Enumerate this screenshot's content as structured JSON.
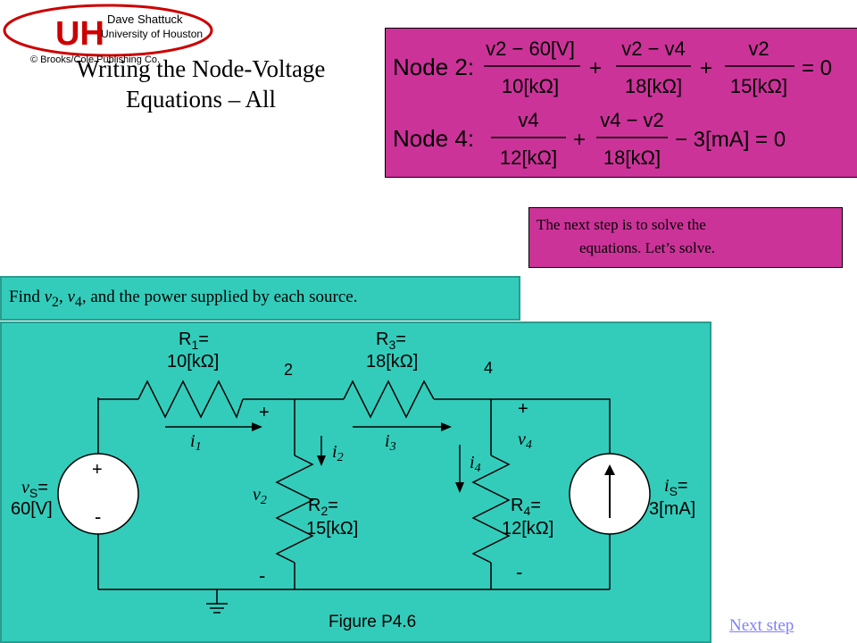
{
  "logo": {
    "mark": "UH",
    "author": "Dave Shattuck",
    "school": "University of Houston",
    "copyright": "© Brooks/Cole Publishing Co."
  },
  "title": {
    "line1": "Writing the Node-Voltage",
    "line2": "Equations – All"
  },
  "equations": {
    "node2_label": "Node 2:",
    "node4_label": "Node 4:",
    "n2_t1_num": "v2 − 60[V]",
    "n2_t1_den": "10[kΩ]",
    "n2_t2_num": "v2 − v4",
    "n2_t2_den": "18[kΩ]",
    "n2_t3_num": "v2",
    "n2_t3_den": "15[kΩ]",
    "n2_rhs": "= 0",
    "n4_t1_num": "v4",
    "n4_t1_den": "12[kΩ]",
    "n4_t2_num": "v4 − v2",
    "n4_t2_den": "18[kΩ]",
    "n4_tail": "− 3[mA] = 0",
    "plus": "+"
  },
  "note": {
    "line1": "The next step is to solve the",
    "line2": "equations. Let’s solve."
  },
  "problem": {
    "find": "Find ",
    "v2": "v",
    "v2_sub": "2",
    "sep": ", ",
    "v4": "v",
    "v4_sub": "4",
    "rest": ", and the power supplied by each source."
  },
  "circuit": {
    "r1_label": "R",
    "r1_sub": "1",
    "r1_eq": "=",
    "r1_value": "10[kΩ]",
    "r3_label": "R",
    "r3_sub": "3",
    "r3_eq": "=",
    "r3_value": "18[kΩ]",
    "r2_label": "R",
    "r2_sub": "2",
    "r2_eq": "=",
    "r2_value": "15[kΩ]",
    "r4_label": "R",
    "r4_sub": "4",
    "r4_eq": "=",
    "r4_value": "12[kΩ]",
    "node2": "2",
    "node4": "4",
    "vs_label": "v",
    "vs_sub": "S",
    "vs_eq": "=",
    "vs_value": "60[V]",
    "is_label": "i",
    "is_sub": "S",
    "is_eq": "=",
    "is_value": "3[mA]",
    "i1": "i",
    "i1_sub": "1",
    "i2": "i",
    "i2_sub": "2",
    "i3": "i",
    "i3_sub": "3",
    "i4": "i",
    "i4_sub": "4",
    "v2": "v",
    "v2_sub": "2",
    "v4": "v",
    "v4_sub": "4",
    "plus": "+",
    "minus": "-",
    "figure": "Figure P4.6"
  },
  "nav": {
    "next_step": "Next step"
  },
  "colors": {
    "equation_box": "#cc3399",
    "circuit_bg": "#33ccbb",
    "logo_red": "#cc0000",
    "link": "#8080ff"
  }
}
